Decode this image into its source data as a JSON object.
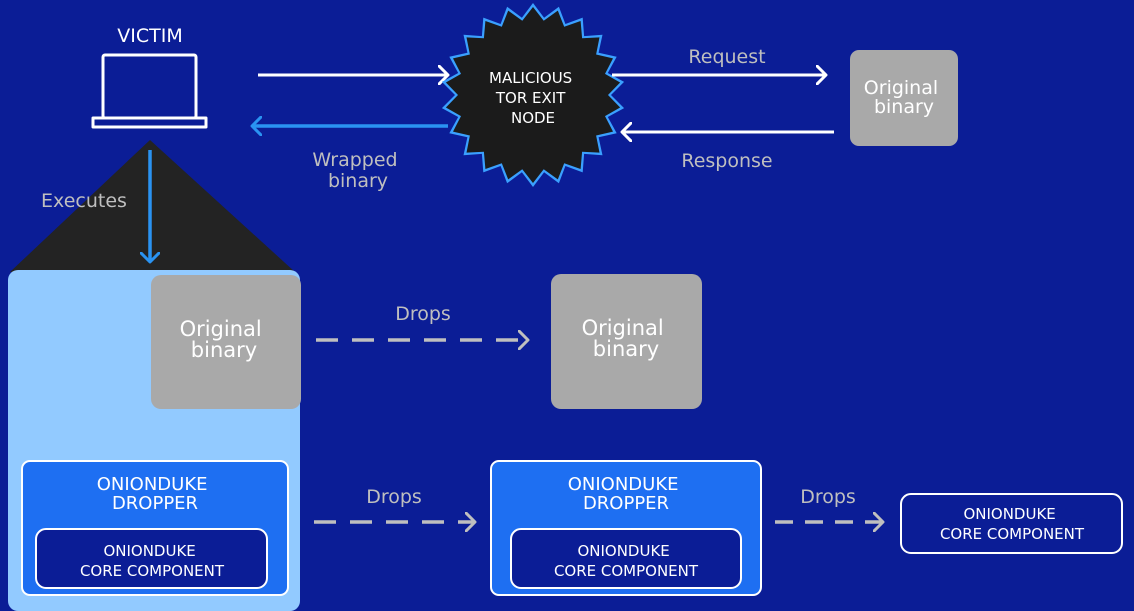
{
  "colors": {
    "background": "#0b1d96",
    "light_panel": "#92caff",
    "grey_box": "#a9a9a9",
    "blue_box": "#1e6ff2",
    "dark_blue_box": "#0b1d96",
    "dark_triangle": "#232323",
    "text_white": "#ffffff",
    "label_grey": "#bfbfbf",
    "accent_arrow": "#2a93f2",
    "node_fill": "#1b1b1b",
    "node_outline": "#3aa0ff"
  },
  "nodes": {
    "victim_label": "VICTIM",
    "victim_icon": "laptop-icon",
    "exit_node": [
      "MALICIOUS",
      "TOR EXIT",
      "NODE"
    ],
    "original_binary_top": [
      "Original",
      "binary"
    ],
    "original_binary_embedded": [
      "Original",
      "binary"
    ],
    "original_binary_dropped": [
      "Original",
      "binary"
    ],
    "dropper_embedded": {
      "title": [
        "ONIONDUKE",
        "DROPPER"
      ],
      "core": [
        "ONIONDUKE",
        "CORE COMPONENT"
      ]
    },
    "dropper_dropped": {
      "title": [
        "ONIONDUKE",
        "DROPPER"
      ],
      "core": [
        "ONIONDUKE",
        "CORE COMPONENT"
      ]
    },
    "core_final": [
      "ONIONDUKE",
      "CORE COMPONENT"
    ]
  },
  "edges": {
    "request": "Request",
    "response": "Response",
    "wrapped_binary": [
      "Wrapped",
      "binary"
    ],
    "executes": "Executes",
    "drops_binary": "Drops",
    "drops_dropper": "Drops",
    "drops_core": "Drops"
  }
}
